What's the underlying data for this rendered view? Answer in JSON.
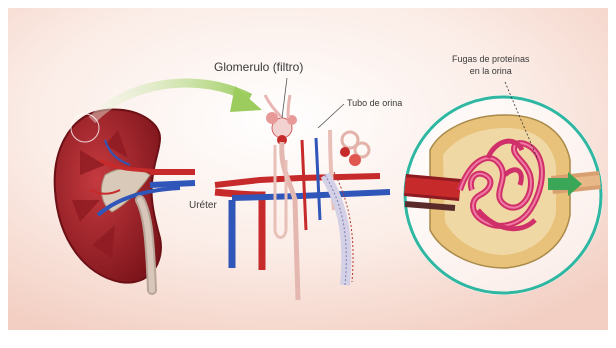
{
  "labels": {
    "glomerulo": "Glomerulo (filtro)",
    "tubo": "Tubo de orina",
    "ureter": "Uréter",
    "fugas_line1": "Fugas de proteínas",
    "fugas_line2": "en la orina"
  },
  "colors": {
    "panel": "#f9e4dc",
    "kidney": "#a4232c",
    "artery": "#c62a2a",
    "vein": "#2f56b8",
    "ureter": "#c9b8ad",
    "capsule_ring": "#2fb7a2",
    "capsule_fill": "#e8c27a",
    "leak_arrow": "#3aa657",
    "green_arrow": "#b9d98a"
  }
}
